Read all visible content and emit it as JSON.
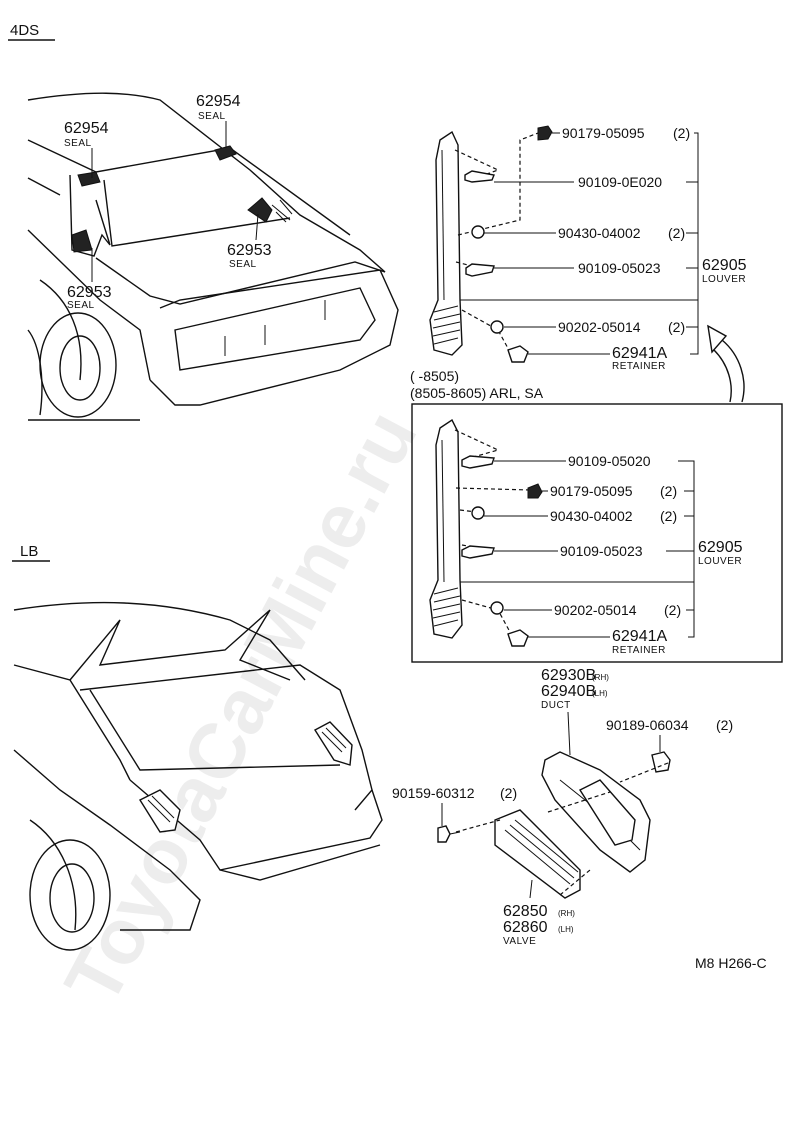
{
  "watermark": "ToyotaCarMine.ru",
  "sections": {
    "top": "4DS",
    "bottom": "LB"
  },
  "figure_code": "M8 H266-C",
  "applicability": {
    "line1": "(     -8505)",
    "line2": "(8505-8605) ARL, SA"
  },
  "car_callouts": {
    "seal_upper_left": {
      "part": "62954",
      "label": "SEAL"
    },
    "seal_upper_right": {
      "part": "62954",
      "label": "SEAL"
    },
    "seal_mid_right": {
      "part": "62953",
      "label": "SEAL"
    },
    "seal_lower_left": {
      "part": "62953",
      "label": "SEAL"
    }
  },
  "upper_louver": {
    "parts": [
      {
        "part": "90179-05095",
        "qty": "(2)"
      },
      {
        "part": "90109-0E020",
        "qty": ""
      },
      {
        "part": "90430-04002",
        "qty": "(2)"
      },
      {
        "part": "90109-05023",
        "qty": ""
      },
      {
        "part": "90202-05014",
        "qty": "(2)"
      }
    ],
    "assembly": {
      "part": "62905",
      "label": "LOUVER"
    },
    "retainer": {
      "part": "62941A",
      "label": "RETAINER"
    }
  },
  "lower_louver": {
    "parts": [
      {
        "part": "90109-05020",
        "qty": ""
      },
      {
        "part": "90179-05095",
        "qty": "(2)"
      },
      {
        "part": "90430-04002",
        "qty": "(2)"
      },
      {
        "part": "90109-05023",
        "qty": ""
      },
      {
        "part": "90202-05014",
        "qty": "(2)"
      }
    ],
    "assembly": {
      "part": "62905",
      "label": "LOUVER"
    },
    "retainer": {
      "part": "62941A",
      "label": "RETAINER"
    }
  },
  "duct": {
    "part_rh": "62930B",
    "rh": "(RH)",
    "part_lh": "62940B",
    "lh": "(LH)",
    "label": "DUCT"
  },
  "duct_clip": {
    "part": "90189-06034",
    "qty": "(2)"
  },
  "screw": {
    "part": "90159-60312",
    "qty": "(2)"
  },
  "valve": {
    "part_rh": "62850",
    "rh": "(RH)",
    "part_lh": "62860",
    "lh": "(LH)",
    "label": "VALVE"
  }
}
